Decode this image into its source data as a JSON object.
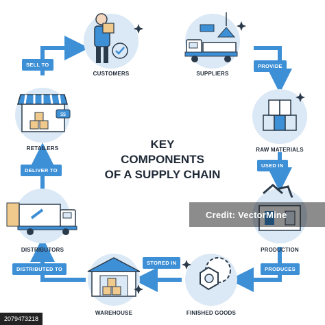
{
  "title": [
    "KEY",
    "COMPONENTS",
    "OF A SUPPLY CHAIN"
  ],
  "nodes": {
    "customers": "CUSTOMERS",
    "suppliers": "SUPPLIERS",
    "raw_materials": "RAW MATERIALS",
    "production": "PRODUCTION",
    "finished_goods": "FINISHED GOODS",
    "warehouse": "WAREHOUSE",
    "distributors": "DISTRIBUTORS",
    "retailers": "RETAILERS"
  },
  "connectors": {
    "sell_to": "SELL TO",
    "provide": "PROVIDE",
    "used_in": "USED IN",
    "produces": "PRODUCES",
    "stored_in": "STORED IN",
    "distributed_to": "DISTRIBUTED TO",
    "deliver_to": "DELIVER TO"
  },
  "price_tag": "$$",
  "watermark": {
    "brand": "VectorMine",
    "credit": "Credit:",
    "id": "2079473218"
  },
  "colors": {
    "accent": "#3d8fd6",
    "circle_fill": "#dbe8f5",
    "outline": "#2b3a4a"
  }
}
